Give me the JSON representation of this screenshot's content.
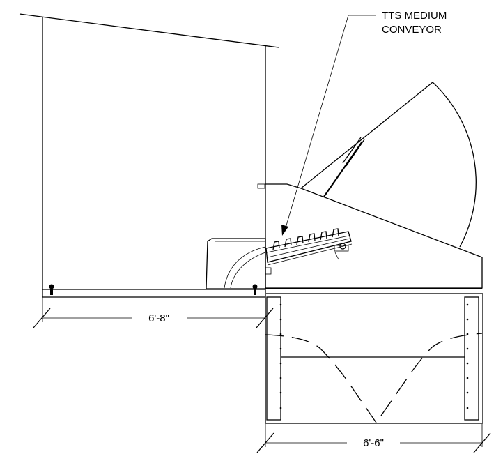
{
  "callout": {
    "line1": "TTS MEDIUM",
    "line2": "CONVEYOR"
  },
  "dimensions": {
    "left_width": "6'-8\"",
    "right_width": "6'-6\""
  }
}
